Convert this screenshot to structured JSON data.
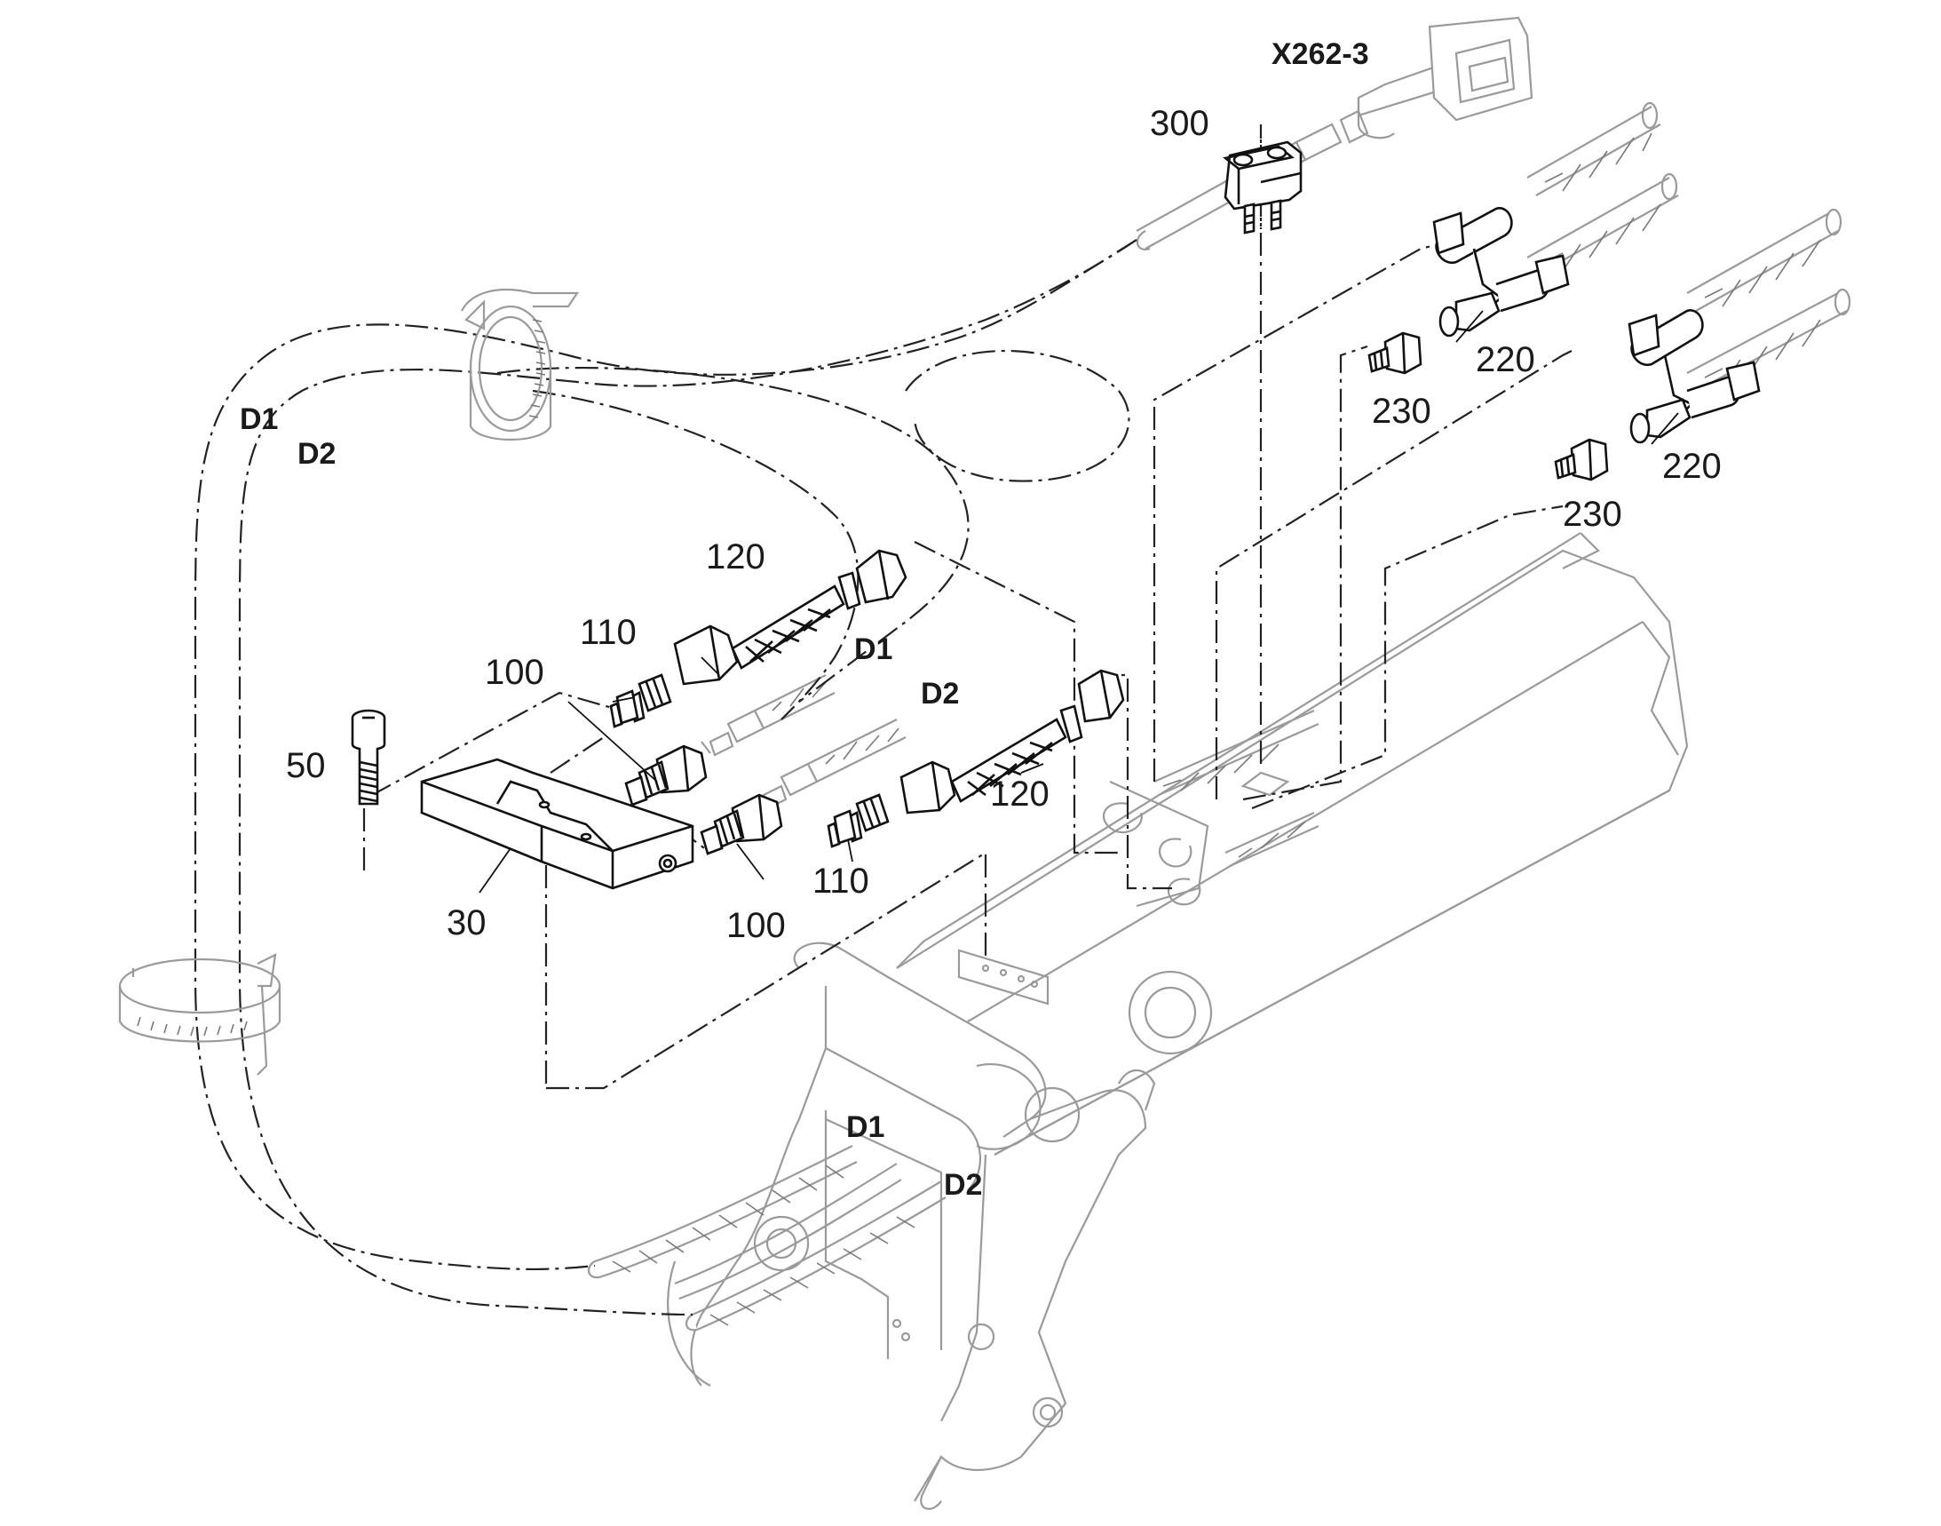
{
  "diagram": {
    "connector_label": "X262-3",
    "hose_labels": {
      "d1": "D1",
      "d2": "D2"
    },
    "callouts": {
      "c300": "300",
      "c220_upper": "220",
      "c220_lower": "220",
      "c230_upper": "230",
      "c230_lower": "230",
      "c120_upper": "120",
      "c120_lower": "120",
      "c110_upper": "110",
      "c110_lower": "110",
      "c100_upper": "100",
      "c100_lower": "100",
      "c50": "50",
      "c30": "30"
    }
  }
}
